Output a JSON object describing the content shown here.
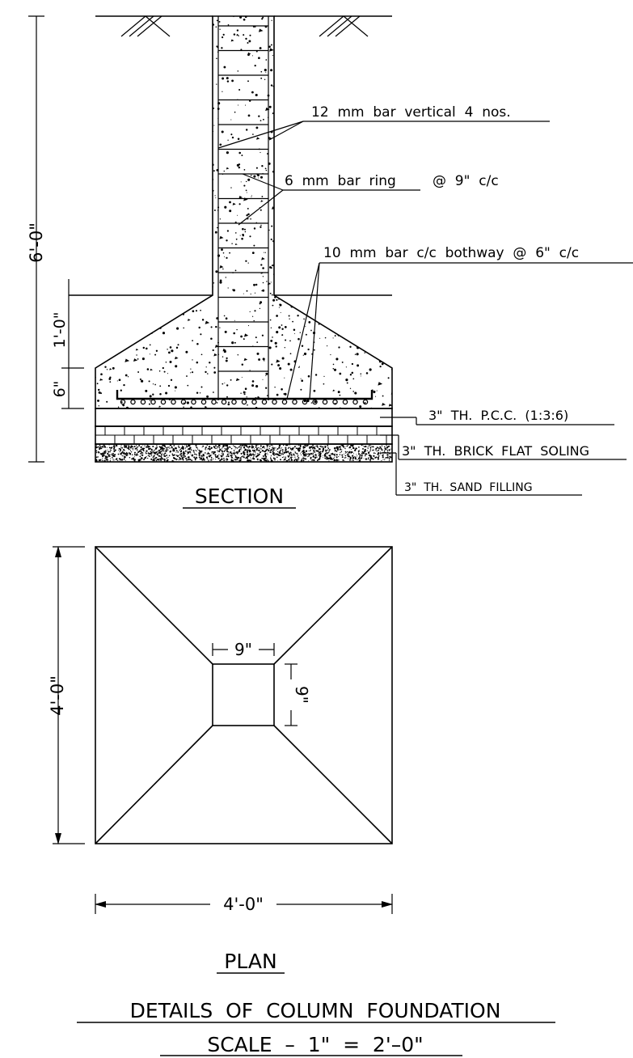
{
  "section": {
    "title": "SECTION",
    "labels": {
      "vertical_bar": "12  mm  bar  vertical  4  nos.",
      "ring_bar": "6  mm  bar  ring",
      "ring_spacing": "@  9\"  c/c",
      "bothway_bar": "10  mm  bar  c/c  bothway  @  6\"  c/c",
      "pcc": "3\"  TH.  P.C.C.  (1:3:6)",
      "brick": "3\"  TH.  BRICK  FLAT  SOLING",
      "sand": "3\"  TH.  SAND  FILLING"
    },
    "dimensions": {
      "total_height": "6'-0\"",
      "pedestal_height": "1'-0\"",
      "base_height": "6\""
    }
  },
  "plan": {
    "title": "PLAN",
    "dimensions": {
      "width": "4'-0\"",
      "height": "4'-0\"",
      "column_width": "9\"",
      "column_height": "9\""
    }
  },
  "footer": {
    "title": "DETAILS  OF  COLUMN  FOUNDATION",
    "scale": "SCALE  –  1\"  =  2'–0\""
  }
}
